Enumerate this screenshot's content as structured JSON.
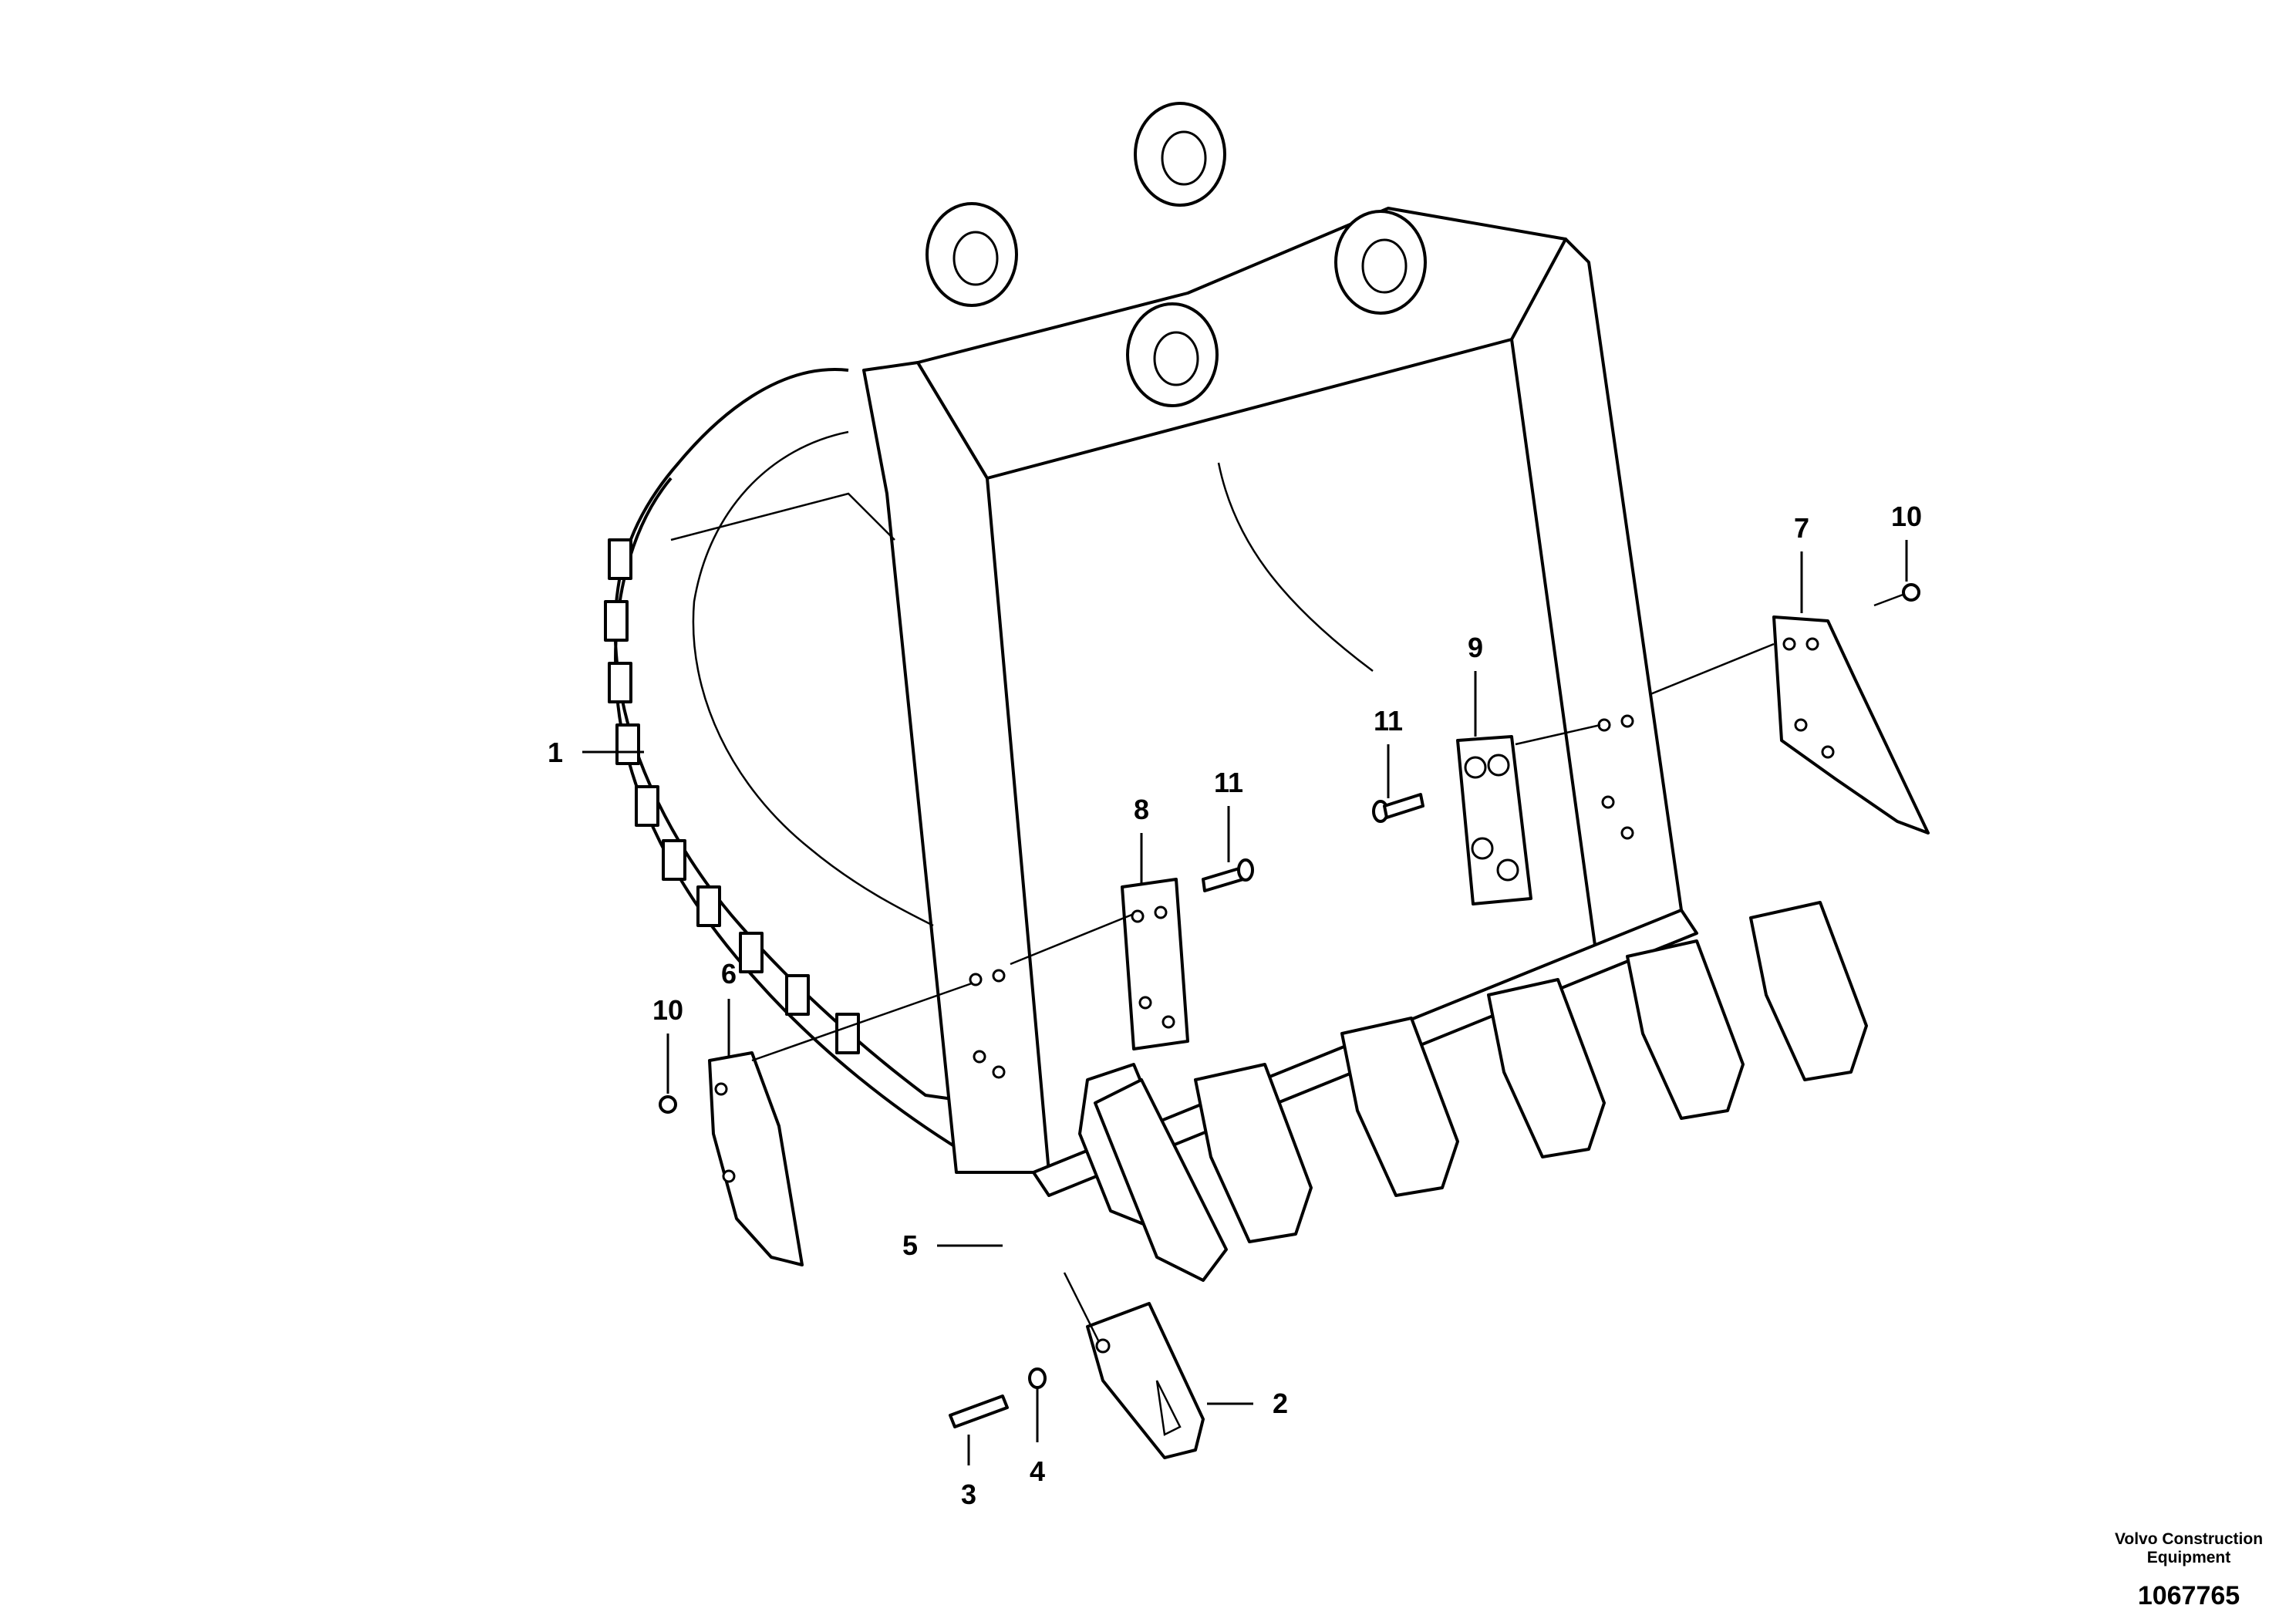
{
  "callouts": {
    "c1": "1",
    "c2": "2",
    "c3": "3",
    "c4": "4",
    "c5": "5",
    "c6": "6",
    "c7": "7",
    "c8": "8",
    "c9": "9",
    "c10a": "10",
    "c10b": "10",
    "c11a": "11",
    "c11b": "11"
  },
  "footer": {
    "brand_line1": "Volvo Construction",
    "brand_line2": "Equipment",
    "document_number": "1067765"
  }
}
